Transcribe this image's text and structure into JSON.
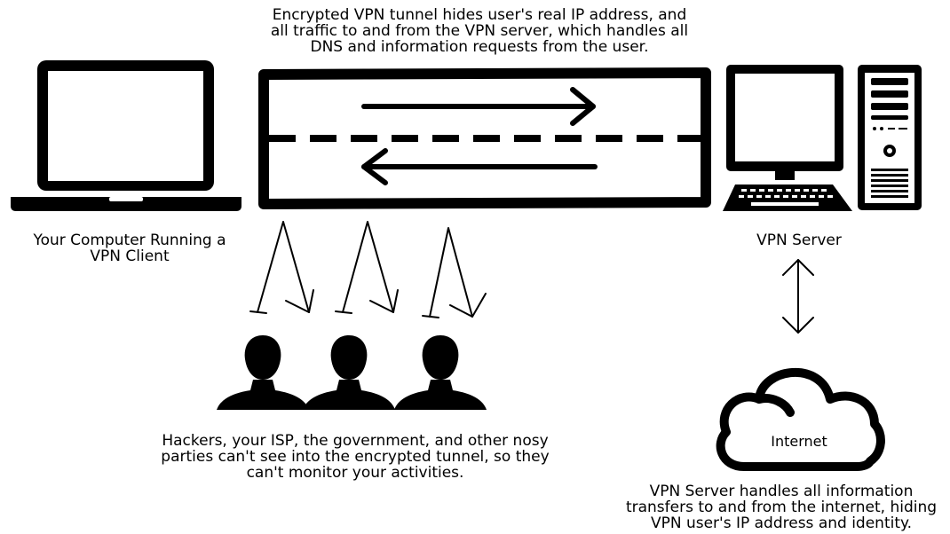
{
  "tunnel_caption": {
    "lines": [
      "Encrypted VPN tunnel hides user's real IP address, and",
      "all traffic to and from the VPN server, which handles all",
      "DNS and information requests from the user."
    ]
  },
  "client": {
    "label_lines": [
      "Your Computer Running a",
      "VPN Client"
    ],
    "icon": "laptop-icon"
  },
  "server": {
    "label": "VPN Server",
    "icon": "desktop-computer-icon"
  },
  "internet": {
    "label": "Internet",
    "icon": "cloud-icon"
  },
  "snoopers": {
    "icon": "person-silhouette-icon",
    "count": 3,
    "caption_lines": [
      "Hackers, your ISP, the government, and other nosy",
      "parties can't see into the encrypted tunnel, so they",
      "can't monitor your activities."
    ]
  },
  "internet_caption": {
    "lines": [
      "VPN Server handles all information",
      "transfers to and from the internet, hiding",
      "VPN user's IP address and identity."
    ]
  }
}
